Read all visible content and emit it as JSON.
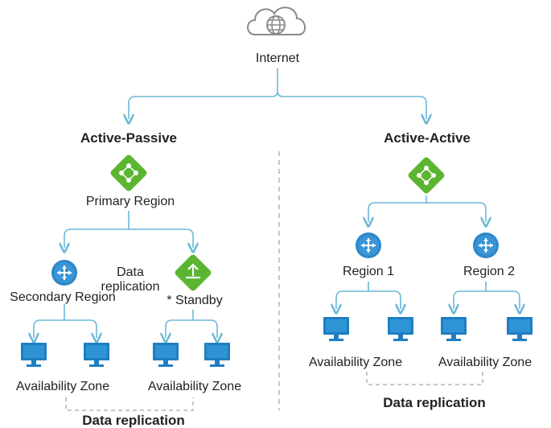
{
  "colors": {
    "line": "#6cb8d6",
    "dashed": "#a7a7a7",
    "green": "#5cb531",
    "green_dark": "#3e8f21",
    "blue": "#2e86c8",
    "monitor": "#1f7ec1",
    "cloud": "#8a8a8a"
  },
  "internet": {
    "label": "Internet",
    "icon": "cloud-globe-icon"
  },
  "active_passive": {
    "title": "Active-Passive",
    "primary_region": {
      "label": "Primary Region",
      "icon": "green-diamond-router-icon"
    },
    "secondary_region": {
      "label": "Secondary Region",
      "icon": "blue-router-icon"
    },
    "standby": {
      "label": "* Standby",
      "icon": "green-diamond-standby-icon"
    },
    "data_replication_middle": "Data\nreplication",
    "az_left": "Availability Zone",
    "az_right": "Availability Zone",
    "data_replication_bottom": "Data replication"
  },
  "active_active": {
    "title": "Active-Active",
    "top_icon": "green-diamond-router-icon",
    "region_1": {
      "label": "Region 1",
      "icon": "blue-router-icon"
    },
    "region_2": {
      "label": "Region 2",
      "icon": "blue-router-icon"
    },
    "az_left": "Availability Zone",
    "az_right": "Availability Zone",
    "data_replication": "Data replication"
  }
}
